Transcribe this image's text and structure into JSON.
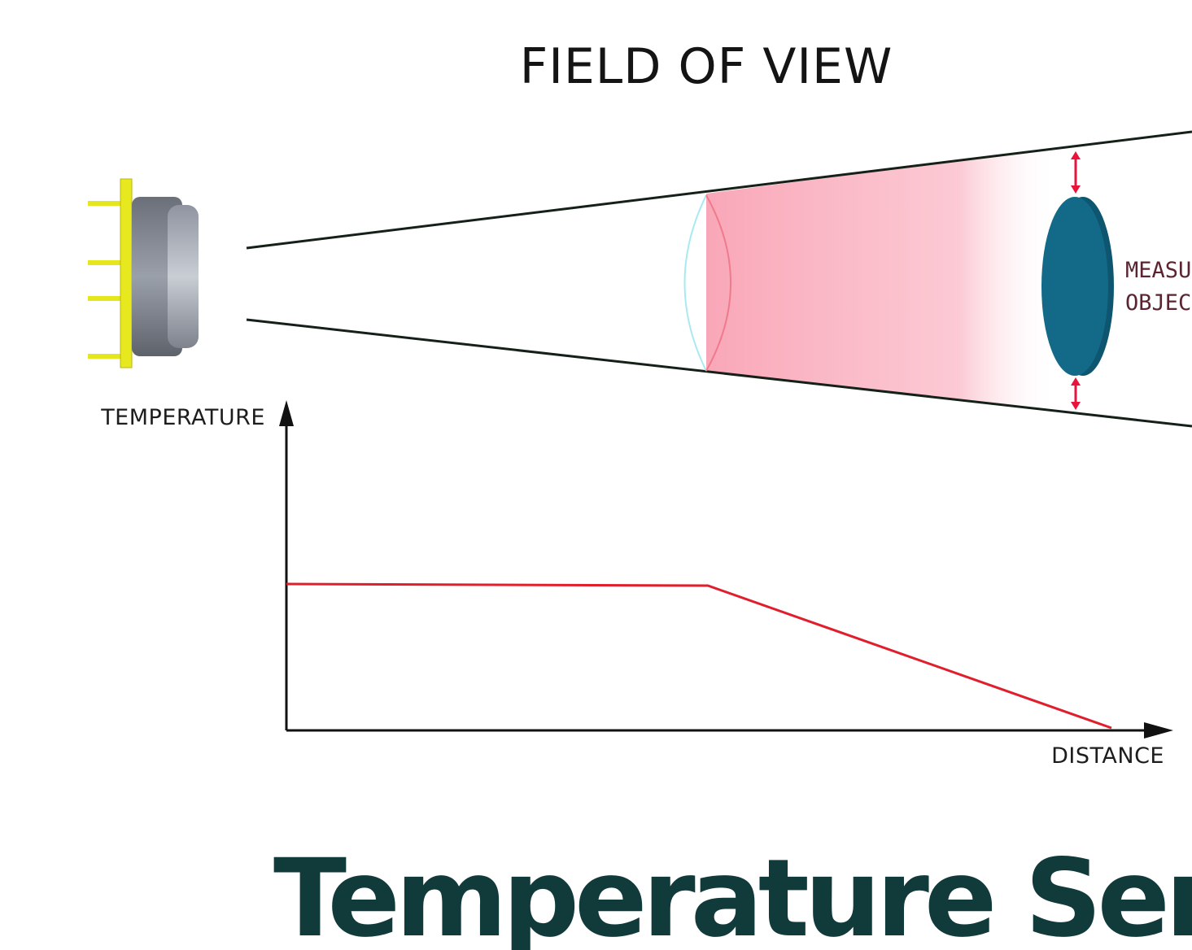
{
  "diagram": {
    "title": "FIELD OF VIEW",
    "object_label_line1": "MEASU",
    "object_label_line2": "OBJEC",
    "y_axis_label": "TEMPERATURE",
    "x_axis_label": "DISTANCE"
  },
  "headline": "Temperature Sensor",
  "colors": {
    "beam": "#f9a7b8",
    "curve": "#e01e2c",
    "object": "#136a88",
    "headline": "#113a3a",
    "sensor_pins": "#e6e61e"
  }
}
